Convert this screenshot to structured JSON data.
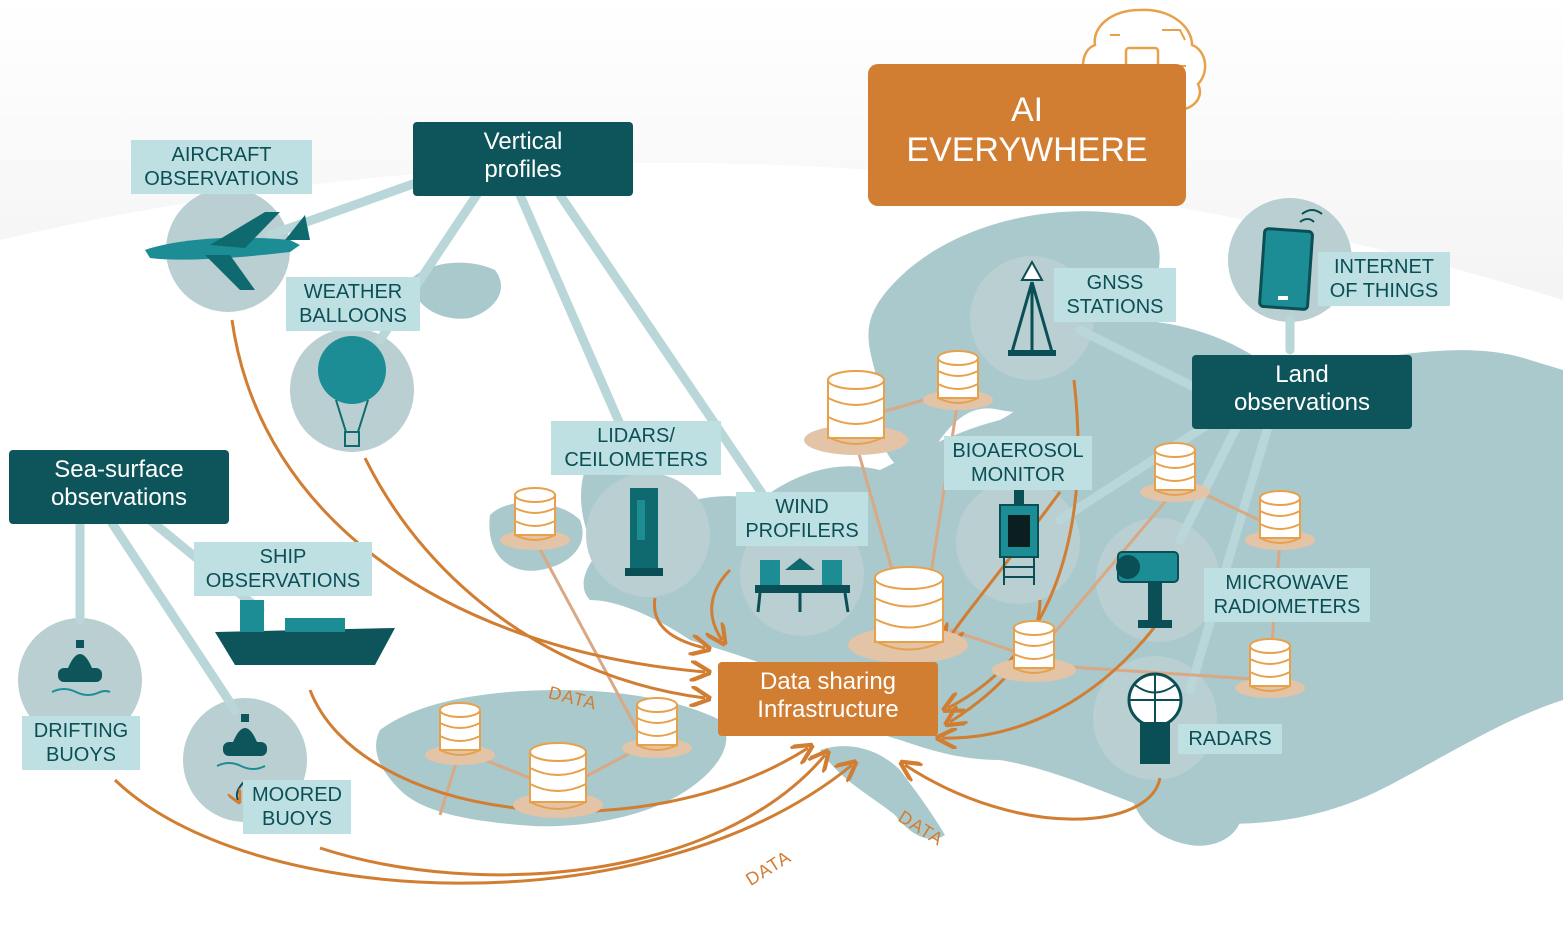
{
  "ai_box": {
    "text": "AI\nEVERYWHERE",
    "icon": "ai-brain-icon"
  },
  "categories": {
    "vertical": "Vertical\nprofiles",
    "sea": "Sea-surface\nobservations",
    "land": "Land\nobservations"
  },
  "hub": "Data sharing\nInfrastructure",
  "instruments": {
    "aircraft": "AIRCRAFT\nOBSERVATIONS",
    "balloons": "WEATHER\nBALLOONS",
    "lidars": "LIDARS/\nCEILOMETERS",
    "wind": "WIND\nPROFILERS",
    "gnss": "GNSS\nSTATIONS",
    "bioaerosol": "BIOAEROSOL\nMONITOR",
    "iot": "INTERNET\nOF THINGS",
    "microwave": "MICROWAVE\nRADIOMETERS",
    "radars": "RADARS",
    "ship": "SHIP\nOBSERVATIONS",
    "drifting": "DRIFTING\nBUOYS",
    "moored": "MOORED\nBUOYS"
  },
  "flow_labels": [
    "DATA",
    "DATA",
    "DATA"
  ],
  "colors": {
    "accent": "#d17d32",
    "dark": "#0d555b",
    "light": "#bfe0e3",
    "map": "#a9c9cc",
    "circle": "#b9cfd2",
    "icon": "#1c8d95"
  }
}
